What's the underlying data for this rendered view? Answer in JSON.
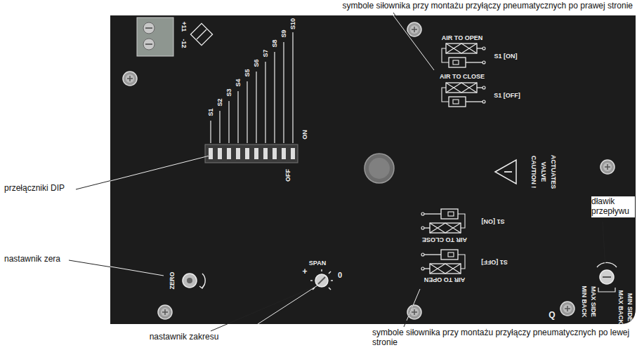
{
  "diagram": {
    "labels": [
      "symbole siłownika przy montażu przyłączy pneumatycznych po prawej stronie",
      "przełączniki DIP",
      "nastawnik zera",
      "nastawnik zakresu",
      "symbole siłownika przy montażu przyłączy pneumatycznych po lewej stronie",
      "dławik przepływu",
      "+11",
      "-12",
      "S1",
      "S2",
      "S3",
      "S4",
      "S5",
      "S6",
      "S7",
      "S8",
      "S9",
      "S10",
      "ON",
      "OFF",
      "AIR TO OPEN",
      "S1 [ON]",
      "AIR TO CLOSE",
      "S1 [OFF]",
      "CAUTION !",
      "VALVE",
      "ACTUATES",
      "S1 [ON]",
      "AIR TO CLOSE",
      "S1 [OFF]",
      "AIR TO OPEN",
      "ZERO",
      "SPAN",
      "+",
      "0",
      "MIN BACK",
      "MAX SIDE",
      "MAX BACK",
      "MIN SIDE",
      "Q"
    ]
  }
}
